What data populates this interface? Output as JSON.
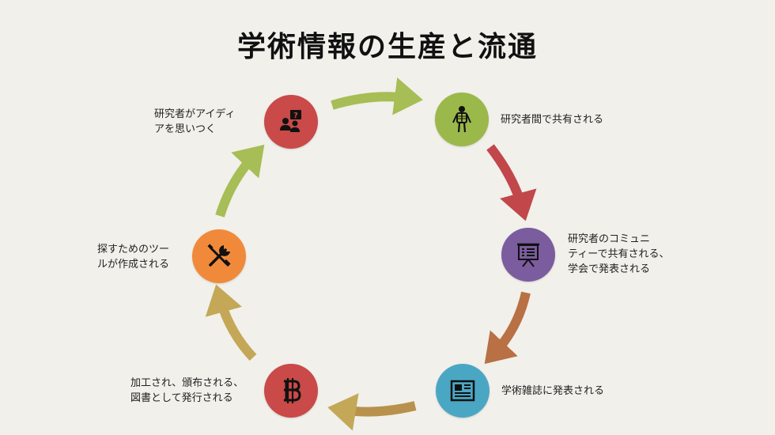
{
  "title": "学術情報の生産と流通",
  "colors": {
    "red": "#c94a48",
    "green": "#9bb84a",
    "purple": "#7b5c9e",
    "blue": "#4aa7c4",
    "orange": "#f08a3a",
    "arrow_green": "#a7bd55",
    "arrow_red": "#c2474a",
    "arrow_brown": "#b87044",
    "arrow_tan": "#c4a857"
  },
  "steps": [
    {
      "label": "研究者がアイディ\nアを思いつく",
      "icon": "idea-question-people-icon"
    },
    {
      "label": "研究者間で共有される",
      "icon": "anatomy-skeleton-icon"
    },
    {
      "label": "研究者のコミュニ\nティーで共有される、\n学会で発表される",
      "icon": "presentation-board-icon"
    },
    {
      "label": "学術雑誌に発表される",
      "icon": "newspaper-journal-icon"
    },
    {
      "label": "加工され、頒布される、\n図書として発行される",
      "icon": "bitcoin-icon"
    },
    {
      "label": "探すためのツー\nルが作成される",
      "icon": "wrench-screwdriver-tools-icon"
    }
  ]
}
